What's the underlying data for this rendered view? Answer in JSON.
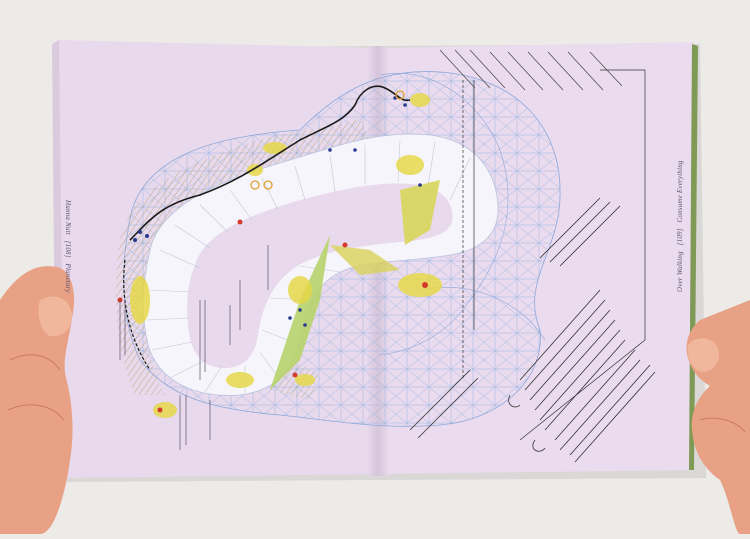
{
  "scene": {
    "description_colors": {
      "page": "#e8d9ec",
      "mesh": "#7d9fd6",
      "yellow": "#e6d84a",
      "hatch": "#c9b98a",
      "white_band": "#f7f6fb",
      "skin": "#e9a58a"
    }
  },
  "left_page": {
    "author": "Hanna Nutt",
    "page_number": "[108]",
    "section": "Planetary"
  },
  "right_page": {
    "section": "Over Walking",
    "page_number": "[109]",
    "title": "Consume Everything"
  }
}
